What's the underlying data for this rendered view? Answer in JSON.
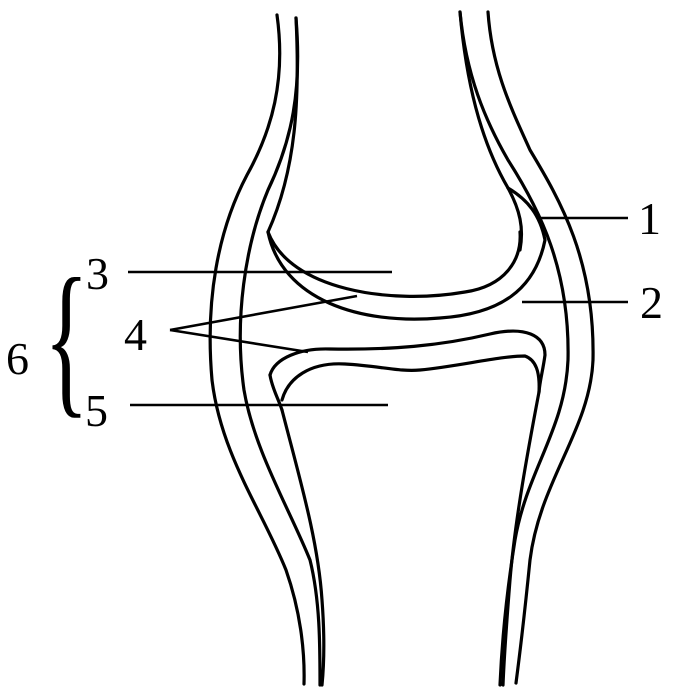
{
  "labels": {
    "l1": "1",
    "l2": "2",
    "l3": "3",
    "l4": "4",
    "l5": "5",
    "l6": "6"
  },
  "colors": {
    "line": "#000000",
    "background": "#ffffff"
  }
}
